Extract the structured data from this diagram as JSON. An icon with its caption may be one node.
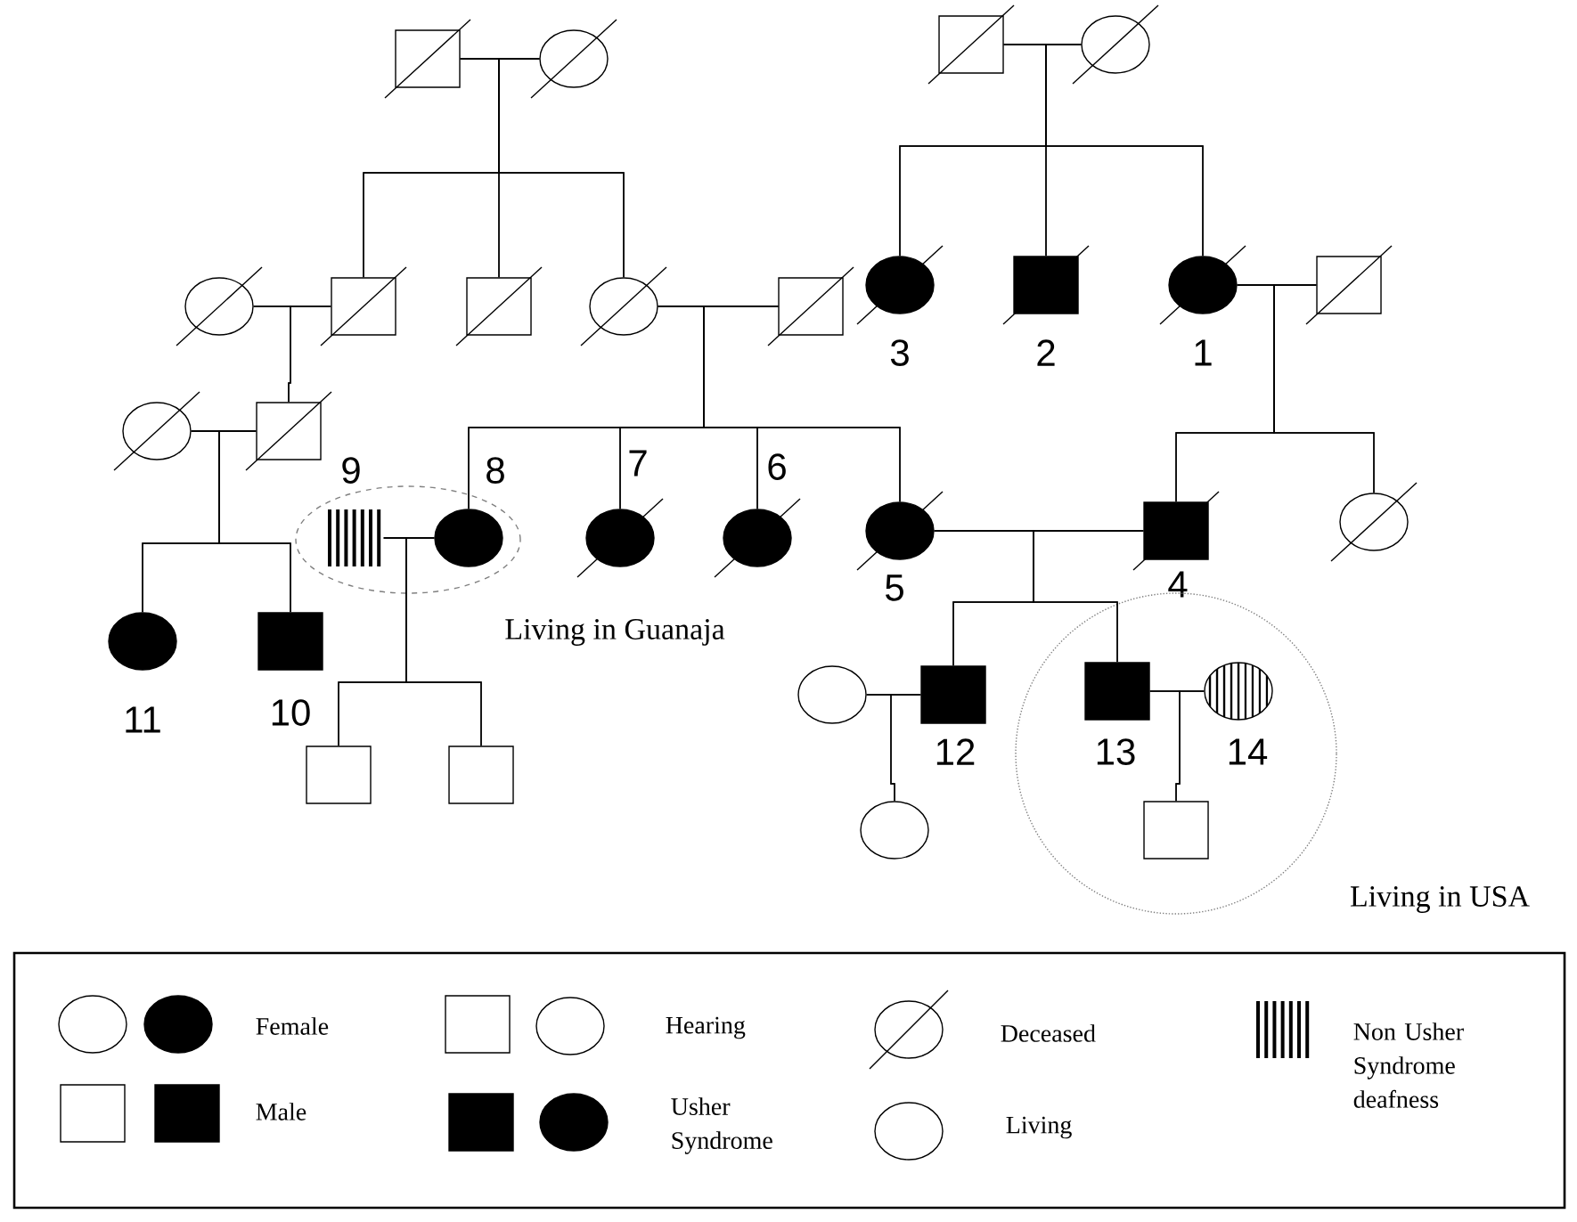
{
  "diagram": {
    "nodes": [
      {
        "text": [],
        "shape": "box"
      },
      {
        "text": [],
        "shape": "circle"
      },
      {
        "text": [],
        "shape": "box"
      },
      {
        "text": [],
        "shape": "circle"
      },
      {
        "text": [],
        "shape": "circle"
      },
      {
        "text": [],
        "shape": "box"
      },
      {
        "text": [],
        "shape": "box"
      },
      {
        "text": [],
        "shape": "circle"
      },
      {
        "text": [],
        "shape": "box"
      },
      {
        "text": [],
        "shape": "circle",
        "beside": [
          "3"
        ]
      },
      {
        "text": [],
        "shape": "box",
        "beside": [
          "2"
        ]
      },
      {
        "text": [],
        "shape": "circle",
        "beside": [
          "1"
        ]
      },
      {
        "text": [],
        "shape": "box"
      },
      {
        "text": [],
        "shape": "circle"
      },
      {
        "text": [],
        "shape": "box"
      },
      {
        "text": [
          "Living in Guanaja"
        ]
      },
      {
        "text": [],
        "shape": "bar",
        "beside": [
          "9"
        ],
        "in": 15
      },
      {
        "text": [],
        "shape": "circle",
        "beside": [
          "8"
        ],
        "in": 15
      },
      {
        "text": [],
        "shape": "circle",
        "beside": [
          "7"
        ]
      },
      {
        "text": [],
        "shape": "circle",
        "beside": [
          "6"
        ]
      },
      {
        "text": [],
        "shape": "circle",
        "beside": [
          "5"
        ]
      },
      {
        "text": [],
        "shape": "box",
        "beside": [
          "4"
        ]
      },
      {
        "text": [],
        "shape": "circle"
      },
      {
        "text": [],
        "shape": "circle",
        "beside": [
          "11"
        ]
      },
      {
        "text": [],
        "shape": "box",
        "beside": [
          "10"
        ]
      },
      {
        "text": [],
        "shape": "circle"
      },
      {
        "text": [],
        "shape": "box",
        "beside": [
          "12"
        ]
      },
      {
        "text": [
          "Living in USA"
        ]
      },
      {
        "text": [],
        "shape": "box",
        "beside": [
          "13"
        ],
        "in": 27
      },
      {
        "text": [],
        "shape": "circle",
        "beside": [
          "14"
        ],
        "in": 27
      },
      {
        "text": [],
        "shape": "box"
      },
      {
        "text": [],
        "shape": "box"
      },
      {
        "text": [],
        "shape": "circle"
      },
      {
        "text": [],
        "shape": "box",
        "in": 27
      }
    ],
    "edges": [
      {
        "from": 0,
        "to": 1,
        "arrow": "none"
      },
      {
        "from": 2,
        "to": 3,
        "arrow": "none"
      },
      {
        "from": 0,
        "to": 5,
        "arrow": "none"
      },
      {
        "from": 1,
        "to": 5,
        "arrow": "none"
      },
      {
        "from": 0,
        "to": 6,
        "arrow": "none"
      },
      {
        "from": 1,
        "to": 6,
        "arrow": "none"
      },
      {
        "from": 0,
        "to": 7,
        "arrow": "none"
      },
      {
        "from": 1,
        "to": 7,
        "arrow": "none"
      },
      {
        "from": 2,
        "to": 9,
        "arrow": "none"
      },
      {
        "from": 3,
        "to": 9,
        "arrow": "none"
      },
      {
        "from": 2,
        "to": 10,
        "arrow": "none"
      },
      {
        "from": 3,
        "to": 10,
        "arrow": "none"
      },
      {
        "from": 2,
        "to": 11,
        "arrow": "none"
      },
      {
        "from": 3,
        "to": 11,
        "arrow": "none"
      },
      {
        "from": 4,
        "to": 5,
        "arrow": "none"
      },
      {
        "from": 7,
        "to": 8,
        "arrow": "none"
      },
      {
        "from": 11,
        "to": 12,
        "arrow": "none"
      },
      {
        "from": 4,
        "to": 14,
        "arrow": "none"
      },
      {
        "from": 5,
        "to": 14,
        "arrow": "none"
      },
      {
        "from": 13,
        "to": 14,
        "arrow": "none"
      },
      {
        "from": 7,
        "to": 17,
        "arrow": "none"
      },
      {
        "from": 8,
        "to": 17,
        "arrow": "none"
      },
      {
        "from": 7,
        "to": 18,
        "arrow": "none"
      },
      {
        "from": 8,
        "to": 18,
        "arrow": "none"
      },
      {
        "from": 7,
        "to": 19,
        "arrow": "none"
      },
      {
        "from": 8,
        "to": 19,
        "arrow": "none"
      },
      {
        "from": 7,
        "to": 20,
        "arrow": "none"
      },
      {
        "from": 8,
        "to": 20,
        "arrow": "none"
      },
      {
        "from": 11,
        "to": 21,
        "arrow": "none"
      },
      {
        "from": 12,
        "to": 21,
        "arrow": "none"
      },
      {
        "from": 11,
        "to": 22,
        "arrow": "none"
      },
      {
        "from": 12,
        "to": 22,
        "arrow": "none"
      },
      {
        "from": 16,
        "to": 17,
        "arrow": "none"
      },
      {
        "from": 20,
        "to": 21,
        "arrow": "none"
      },
      {
        "from": 13,
        "to": 23,
        "arrow": "none"
      },
      {
        "from": 14,
        "to": 23,
        "arrow": "none"
      },
      {
        "from": 13,
        "to": 24,
        "arrow": "none"
      },
      {
        "from": 14,
        "to": 24,
        "arrow": "none"
      },
      {
        "from": 25,
        "to": 26,
        "arrow": "none"
      },
      {
        "from": 20,
        "to": 26,
        "arrow": "none"
      },
      {
        "from": 21,
        "to": 26,
        "arrow": "none"
      },
      {
        "from": 20,
        "to": 28,
        "arrow": "none"
      },
      {
        "from": 21,
        "to": 28,
        "arrow": "none"
      },
      {
        "from": 28,
        "to": 29,
        "arrow": "none"
      },
      {
        "from": 16,
        "to": 30,
        "arrow": "none"
      },
      {
        "from": 17,
        "to": 30,
        "arrow": "none"
      },
      {
        "from": 16,
        "to": 31,
        "arrow": "none"
      },
      {
        "from": 17,
        "to": 31,
        "arrow": "none"
      },
      {
        "from": 25,
        "to": 32,
        "arrow": "none"
      },
      {
        "from": 26,
        "to": 32,
        "arrow": "none"
      },
      {
        "from": 28,
        "to": 33,
        "arrow": "none"
      },
      {
        "from": 29,
        "to": 33,
        "arrow": "none"
      }
    ],
    "legend": [
      {
        "text": "Female"
      },
      {
        "text": "Male"
      },
      {
        "text": "Hearing"
      },
      {
        "text": "Usher Syndrome"
      },
      {
        "text": "Deceased"
      },
      {
        "text": "Living"
      },
      {
        "text": "Non Usher Syndrome deafness"
      }
    ]
  }
}
